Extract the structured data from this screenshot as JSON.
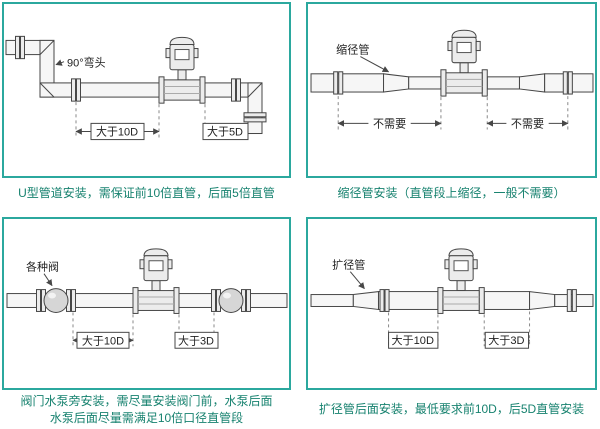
{
  "meta": {
    "accent_border": "#2BA89E",
    "caption_color": "#17826F",
    "line_color": "#474747"
  },
  "panels": {
    "u_type": {
      "callout": "90°弯头",
      "dim_left": "大于10D",
      "dim_right": "大于5D",
      "caption": "U型管道安装，需保证前10倍直管，后面5倍直管"
    },
    "reducer": {
      "callout": "缩径管",
      "dim_left": "不需要",
      "dim_right": "不需要",
      "caption": "缩径管安装（直管段上缩径，一般不需要）"
    },
    "valve": {
      "callout": "各种阀",
      "dim_left": "大于10D",
      "dim_right": "大于3D",
      "caption_line1": "阀门水泵旁安装，需尽量安装阀门前，水泵后面",
      "caption_line2": "水泵后面尽量需满足10倍口径直管段"
    },
    "expander": {
      "callout": "扩径管",
      "dim_left": "大于10D",
      "dim_right": "大于3D",
      "caption": "扩径管后面安装，最低要求前10D，后5D直管安装"
    }
  }
}
